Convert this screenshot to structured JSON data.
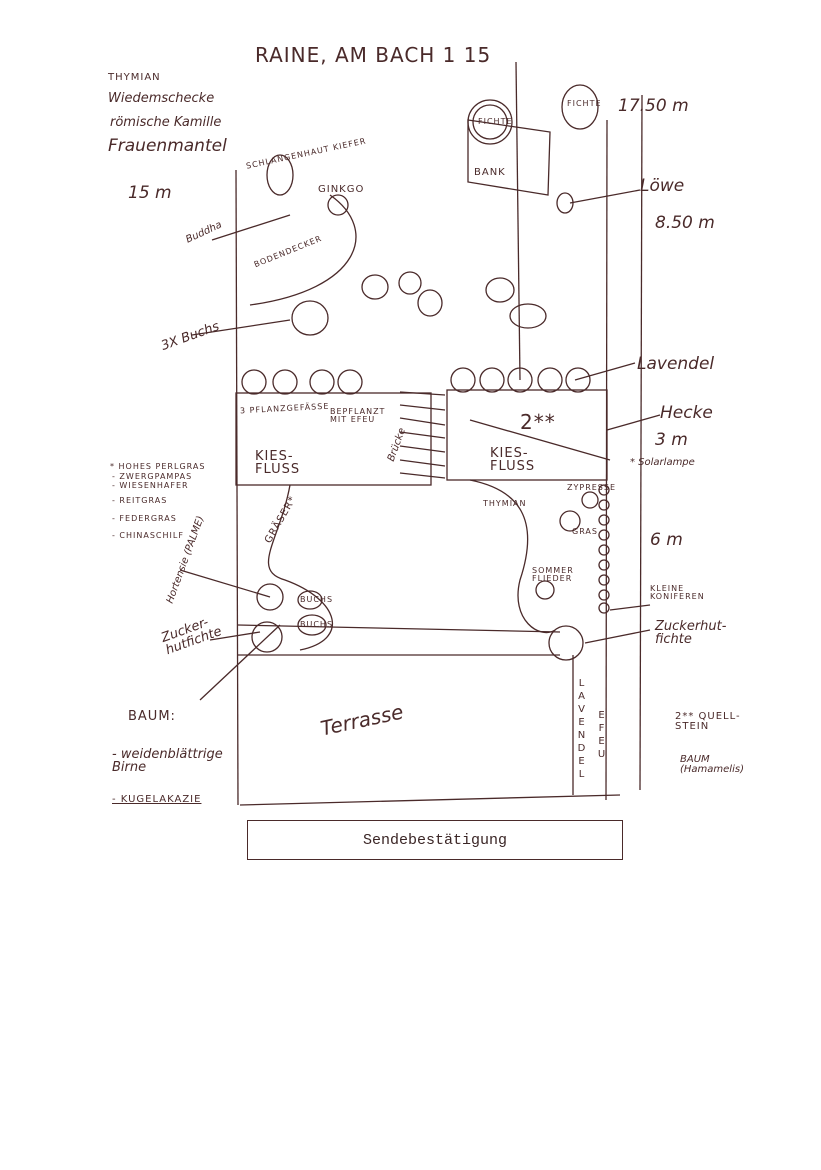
{
  "title": "RAINE, AM BACH 1 15",
  "left_plant_list": [
    "THYMIAN",
    "Wiedemschecke",
    "römische Kamille",
    "Frauenmantel"
  ],
  "labels": {
    "schlangenhaut_kiefer": "SCHLANGENHAUT KIEFER",
    "ginkgo": "GINKGO",
    "width_top": "15 m",
    "buddha": "Buddha",
    "bodendecker": "BODENDECKER",
    "fichte_1": "FICHTE",
    "fichte_2": "FICHTE",
    "bank": "BANK",
    "length_total": "17.50 m",
    "loewe": "Löwe",
    "length_upper": "8.50 m",
    "buchs": "3X Buchs",
    "lavendel": "Lavendel",
    "pflanzgefaesse": "3 PFLANZGEFÄSSE",
    "bepflanzt": "BEPFLANZT MIT EFEU",
    "kiesfluss_left": "KIES-FLUSS",
    "kiesfluss_right": "KIES-FLUSS",
    "bruecke": "Brücke",
    "quellstein_mark": "2**",
    "hecke": "Hecke",
    "length_hecke": "3 m",
    "solarlampe": "* Solarlampe",
    "graeser": "GRÄSER*",
    "thymian": "THYMIAN",
    "zypresse": "ZYPRESSE",
    "gras": "GRAS",
    "sommerflieder": "SOMMER FLIEDER",
    "palme": "Hortensie (PALME)",
    "length_lower": "6 m",
    "kleine_koniferen": "KLEINE KONIFEREN",
    "zuckerhut_left": "Zucker-hutfichte",
    "zuckerhut_right": "Zuckerhut-fichte",
    "buchs_small_1": "BUCHS",
    "buchs_small_2": "BUCHS",
    "terrasse": "Terrasse",
    "lavendel_vertical": "LAVENDEL",
    "efeu_vertical": "EFEU",
    "quellstein": "2** QUELL-STEIN",
    "baum_hamamelis": "BAUM (Hamamelis)"
  },
  "grass_list": [
    "* HOHES PERLGRAS",
    "- ZWERGPAMPAS",
    "- WIESENHAFER",
    "- REITGRAS",
    "- FEDERGRAS",
    "- CHINASCHILF"
  ],
  "tree_list": {
    "heading": "BAUM:",
    "items": [
      "- weidenblättrige Birne",
      "- KUGELAKAZIE"
    ]
  },
  "confirmation": "Sendebestätigung"
}
